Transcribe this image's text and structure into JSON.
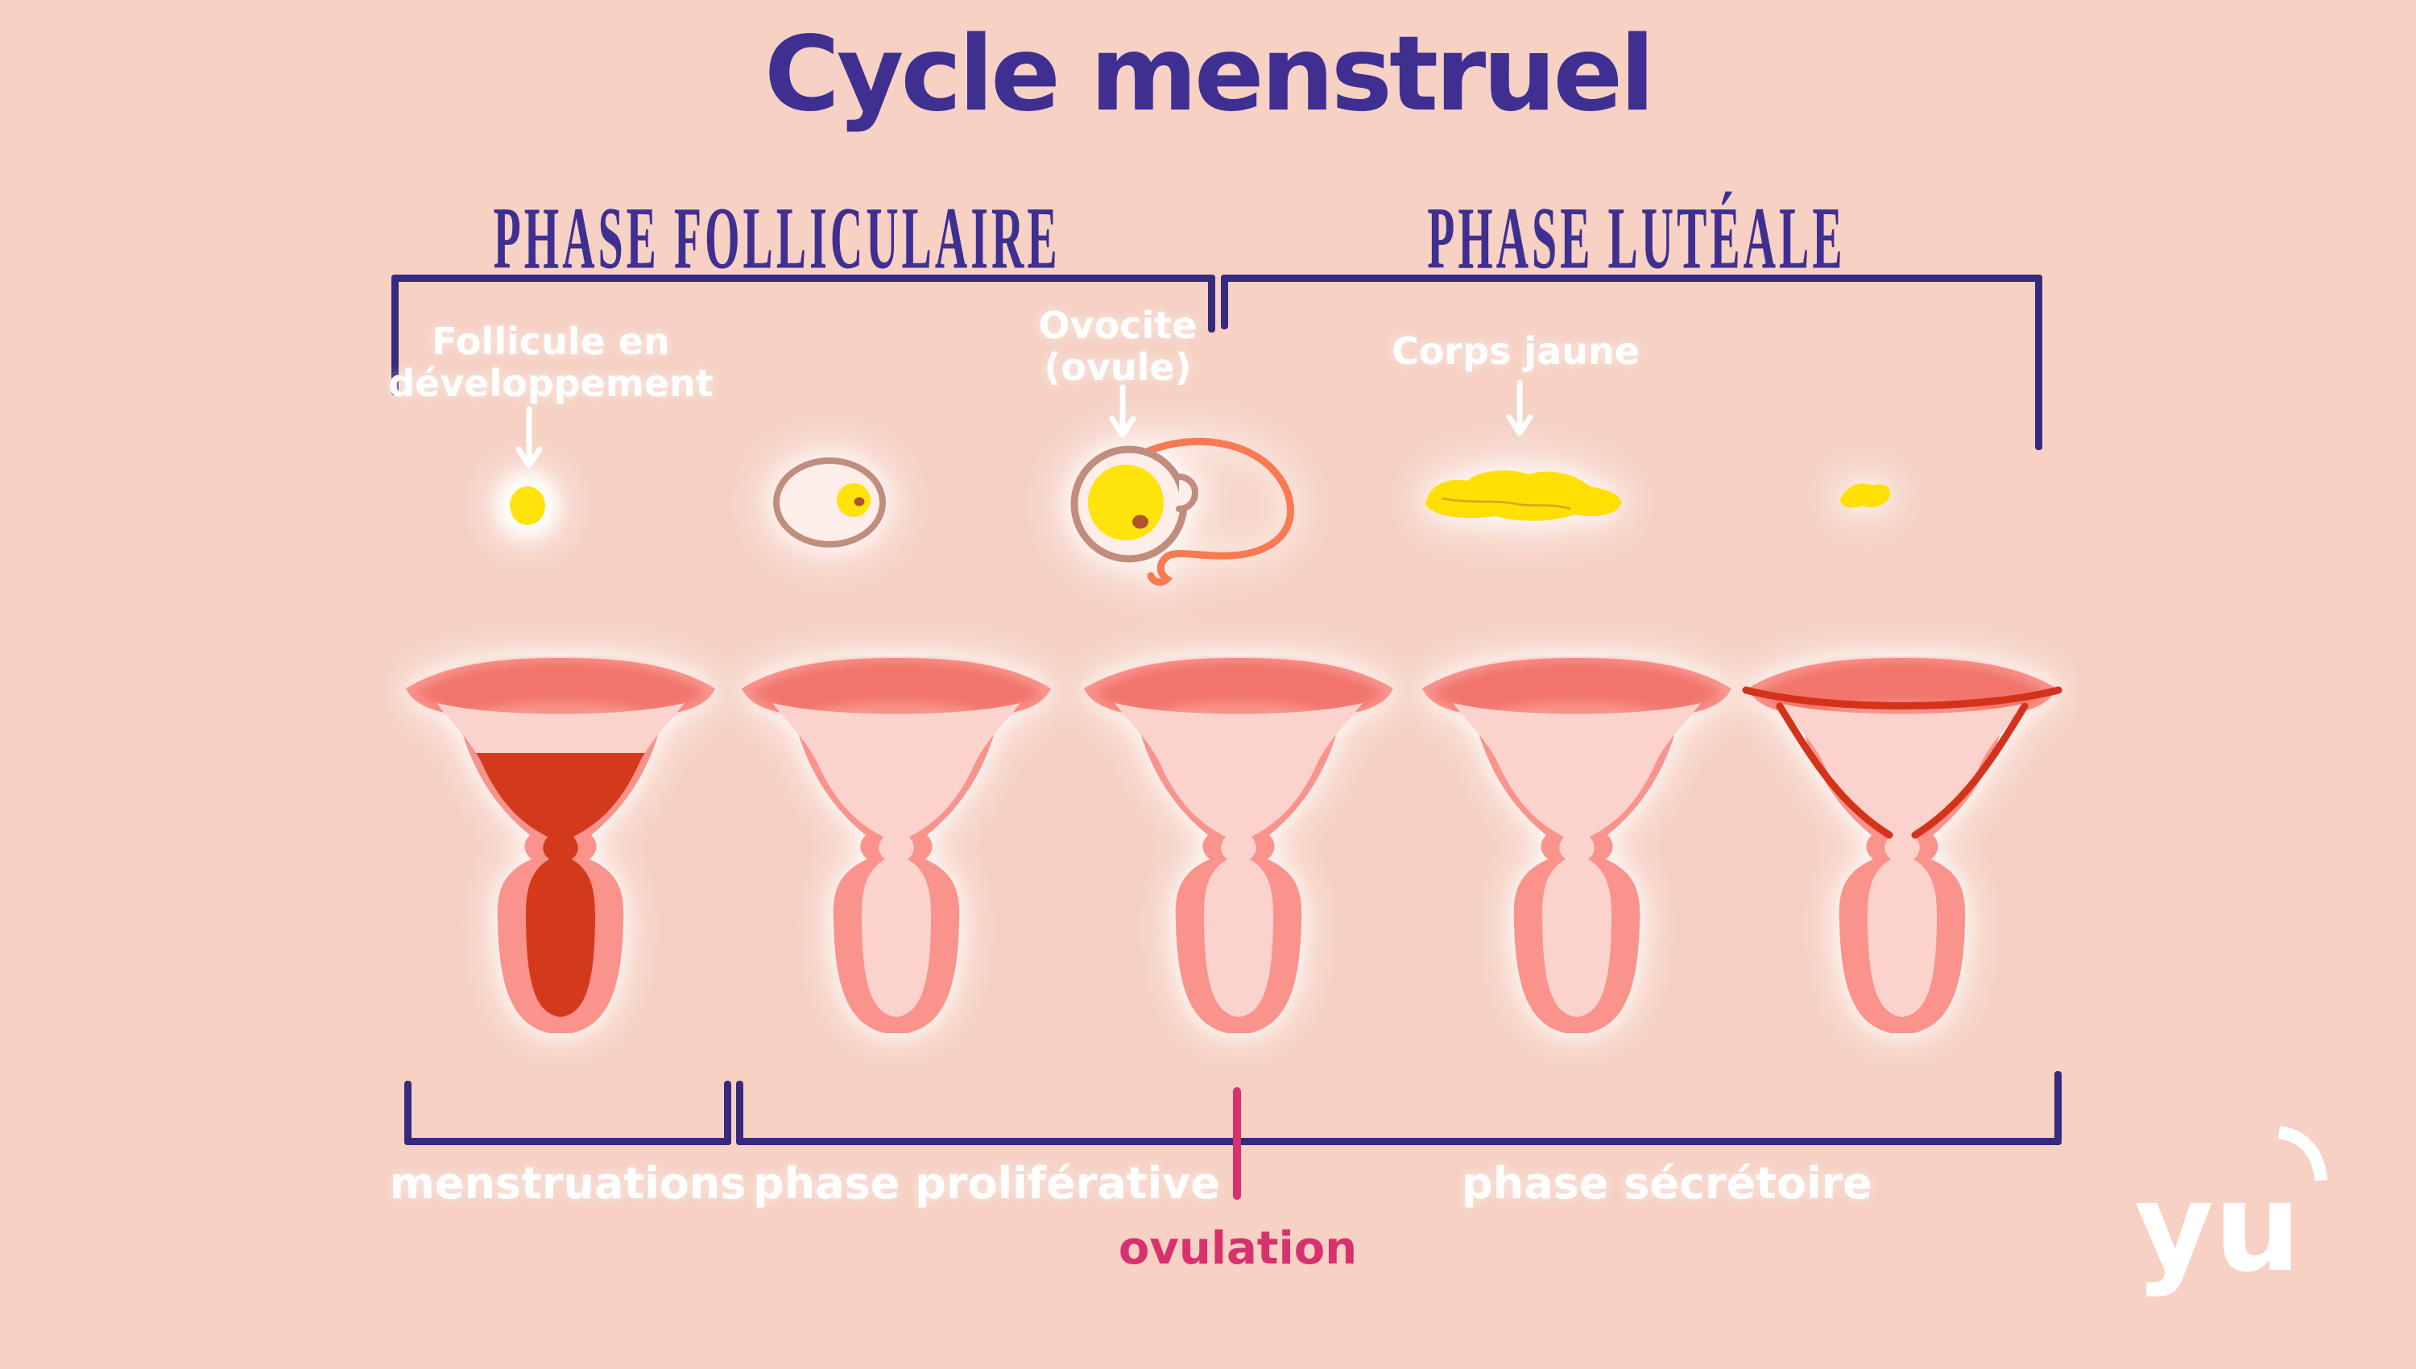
{
  "title": "Cycle menstruel",
  "phases": {
    "follicular": "PHASE FOLLICULAIRE",
    "luteal": "PHASE LUTÉALE"
  },
  "callouts": {
    "follicle": {
      "line1": "Follicule en",
      "line2": "développement"
    },
    "ovocyte": {
      "line1": "Ovocite",
      "line2": "(ovule)"
    },
    "corpus_luteum": "Corps jaune"
  },
  "timeline": {
    "menstruation": "menstruations",
    "proliferative": "phase proliférative",
    "secretory": "phase sécrétoire",
    "ovulation": "ovulation"
  },
  "logo": {
    "text": "yu"
  },
  "figures": {
    "ovary_row": [
      "primary-follicle",
      "developing-follicle",
      "ovulated-oocyte-with-tube",
      "corpus-luteum",
      "regressing-corpus-luteum"
    ],
    "uterus_row": [
      "uterus-menstruation",
      "uterus-early-proliferative",
      "uterus-late-proliferative",
      "uterus-secretory",
      "uterus-thickened-endometrium"
    ]
  },
  "colors": {
    "background": "#f6d1c4",
    "title_purple": "#3e2f91",
    "bracket_purple": "#362a7e",
    "label_white": "#ffffff",
    "ovulation_pink": "#d8316f",
    "uterus_outer_salmon": "#f9938c",
    "uterus_fundus_shade": "#f1746c",
    "uterus_cavity_pink": "#fcd2cd",
    "menstrual_red": "#d23a1b",
    "endometrium_red": "#d4331a",
    "follicle_border": "#c08d7e",
    "follicle_fill": "#fdeee9",
    "follicle_yellow": "#ffe30a",
    "corpus_luteum_yellow": "#ffdf04",
    "fallopian_orange": "#f87a50"
  }
}
